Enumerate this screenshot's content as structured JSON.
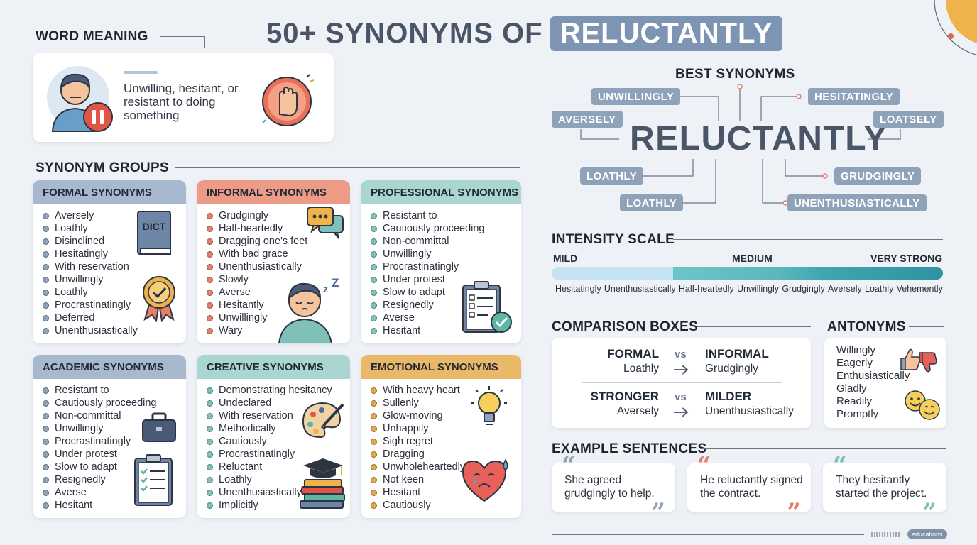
{
  "title": {
    "prefix": "50+ SYNONYMS OF",
    "highlight": "RELUCTANTLY"
  },
  "word_meaning": {
    "heading": "WORD MEANING",
    "definition": "Unwilling, hesitant, or resistant to doing something"
  },
  "synonym_groups": {
    "heading": "SYNONYM GROUPS",
    "icon_label": "DICT",
    "groups": [
      {
        "title": "FORMAL SYNONYMS",
        "color": "#a8b9cf",
        "dot": "#8fa2b8",
        "items": [
          "Aversely",
          "Loathly",
          "Disinclined",
          "Hesitatingly",
          "With reservation",
          "Unwillingly",
          "Loathly",
          "Procrastinatingly",
          "Deferred",
          "Unenthusiastically"
        ]
      },
      {
        "title": "INFORMAL SYNONYMS",
        "color": "#ec9b86",
        "dot": "#e37f6c",
        "items": [
          "Grudgingly",
          "Half-heartedly",
          "Dragging one's feet",
          "With bad grace",
          "Unenthusiastically",
          "Slowly",
          "Averse",
          "Hesitantly",
          "Unwillingly",
          "Wary"
        ]
      },
      {
        "title": "PROFESSIONAL SYNONYMS",
        "color": "#a9d6d0",
        "dot": "#7fc1b9",
        "items": [
          "Resistant to",
          "Cautiously proceeding",
          "Non-committal",
          "Unwillingly",
          "Procrastinatingly",
          "Under protest",
          "Slow to adapt",
          "Resignedly",
          "Averse",
          "Hesitant"
        ]
      },
      {
        "title": "ACADEMIC SYNONYMS",
        "color": "#a8b9cf",
        "dot": "#8fa2b8",
        "items": [
          "Resistant to",
          "Cautiously proceeding",
          "Non-committal",
          "Unwillingly",
          "Procrastinatingly",
          "Under protest",
          "Slow to adapt",
          "Resignedly",
          "Averse",
          "Hesitant"
        ]
      },
      {
        "title": "CREATIVE SYNONYMS",
        "color": "#a9d6d0",
        "dot": "#7fc1b9",
        "items": [
          "Demonstrating hesitancy",
          "Undeclared",
          "With reservation",
          "Methodically",
          "Cautiously",
          "Procrastinatingly",
          "Reluctant",
          "Loathly",
          "Unenthusiastically",
          "Implicitly"
        ]
      },
      {
        "title": "EMOTIONAL SYNONYMS",
        "color": "#eab968",
        "dot": "#e0a84e",
        "items": [
          "With heavy heart",
          "Sullenly",
          "Glow-moving",
          "Unhappily",
          "Sigh  regret",
          "Dragging",
          "Unwholeheartedly",
          "Not keen",
          "Hesitant",
          "Cautiously"
        ]
      }
    ]
  },
  "best_synonyms": {
    "heading": "BEST SYNONYMS",
    "center": "RELUCTANTLY",
    "pills": [
      "UNWILLINGLY",
      "HESITATINGLY",
      "AVERSELY",
      "LOATSELY",
      "LOATHLY",
      "GRUDGINGLY",
      "LOATHLY",
      "UNENTHUSIASTICALLY"
    ]
  },
  "intensity": {
    "heading": "INTENSITY SCALE",
    "levels": [
      "MILD",
      "MEDIUM",
      "VERY STRONG"
    ],
    "words": [
      "Hesitatingly",
      "Unenthusiastically",
      "Half-heartedly",
      "Unwillingly",
      "Grudgingly",
      "Aversely",
      "Loathly",
      "Vehemently"
    ]
  },
  "comparison": {
    "heading": "COMPARISON BOXES",
    "rows": [
      {
        "left_label": "FORMAL",
        "left_word": "Loathly",
        "vs": "vs",
        "right_label": "INFORMAL",
        "right_word": "Grudgingly"
      },
      {
        "left_label": "STRONGER",
        "left_word": "Aversely",
        "vs": "vs",
        "right_label": "MILDER",
        "right_word": "Unenthusiastically"
      }
    ]
  },
  "antonyms": {
    "heading": "ANTONYMS",
    "items": [
      "Willingly",
      "Eagerly",
      "Enthusiastically",
      "Gladly",
      "Readily",
      "Promptly"
    ]
  },
  "examples": {
    "heading": "EXAMPLE SENTENCES",
    "sentences": [
      {
        "text": "She agreed grudgingly to help.",
        "color": "#8ea2b9"
      },
      {
        "text": "He reluctantly signed the contract.",
        "color": "#e57f6b"
      },
      {
        "text": "They hesitantly started the project.",
        "color": "#7fc1b9"
      }
    ]
  },
  "footer": {
    "badge": "educations"
  }
}
